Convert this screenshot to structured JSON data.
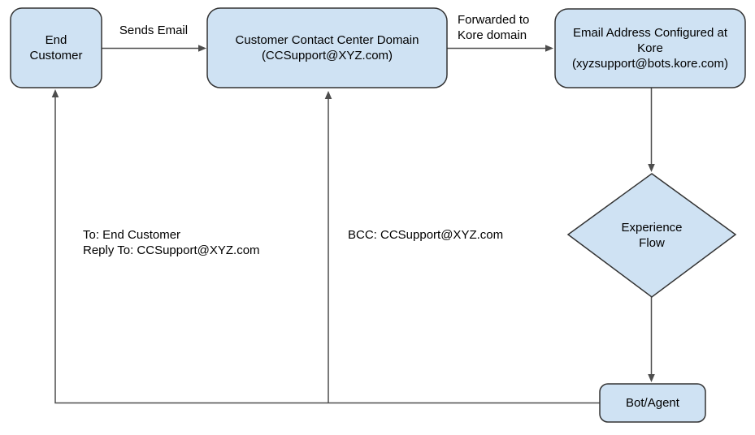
{
  "diagram": {
    "colors": {
      "background": "#ffffff",
      "node_fill": "#cfe2f3",
      "node_border": "#333333",
      "connector": "#4d4d4d",
      "text": "#000000"
    },
    "nodes": {
      "end_customer": {
        "lines": [
          "End",
          "Customer"
        ]
      },
      "contact_center": {
        "lines": [
          "Customer Contact Center Domain",
          "(CCSupport@XYZ.com)"
        ]
      },
      "kore_email": {
        "lines": [
          "Email Address Configured at",
          "Kore",
          "(xyzsupport@bots.kore.com)"
        ]
      },
      "experience_flow": {
        "lines": [
          "Experience",
          "Flow"
        ]
      },
      "bot_agent": {
        "label": "Bot/Agent"
      }
    },
    "edge_labels": {
      "sends_email": "Sends Email",
      "forwarded": {
        "lines": [
          "Forwarded to",
          "Kore domain"
        ]
      },
      "reply": {
        "lines": [
          "To: End Customer",
          "Reply To: CCSupport@XYZ.com"
        ]
      },
      "bcc": "BCC: CCSupport@XYZ.com"
    }
  }
}
